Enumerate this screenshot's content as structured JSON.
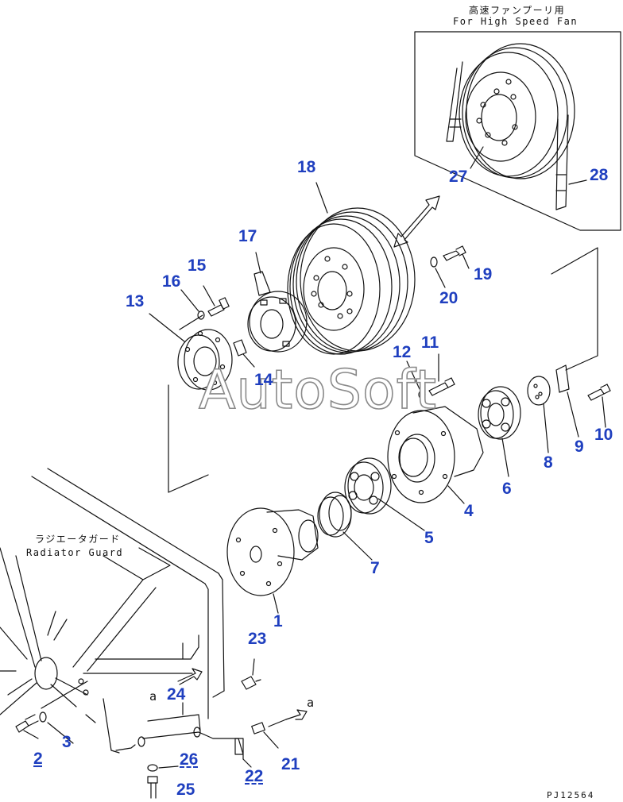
{
  "inset": {
    "title_jp": "高速ファンプーリ用",
    "title_en": "For High Speed Fan"
  },
  "radiator_guard": {
    "label_jp": "ラジエータガード",
    "label_en": "Radiator Guard"
  },
  "arrow_markers": {
    "a1": "a",
    "a2": "a"
  },
  "watermark": "AutoSoft",
  "drawing_code": "PJ12564",
  "callouts": {
    "c1": "1",
    "c2": "2",
    "c3": "3",
    "c4": "4",
    "c5": "5",
    "c6": "6",
    "c7": "7",
    "c8": "8",
    "c9": "9",
    "c10": "10",
    "c11": "11",
    "c12": "12",
    "c13": "13",
    "c14": "14",
    "c15": "15",
    "c16": "16",
    "c17": "17",
    "c18": "18",
    "c19": "19",
    "c20": "20",
    "c21": "21",
    "c22": "22",
    "c23": "23",
    "c24": "24",
    "c25": "25",
    "c26": "26",
    "c27": "27",
    "c28": "28"
  }
}
